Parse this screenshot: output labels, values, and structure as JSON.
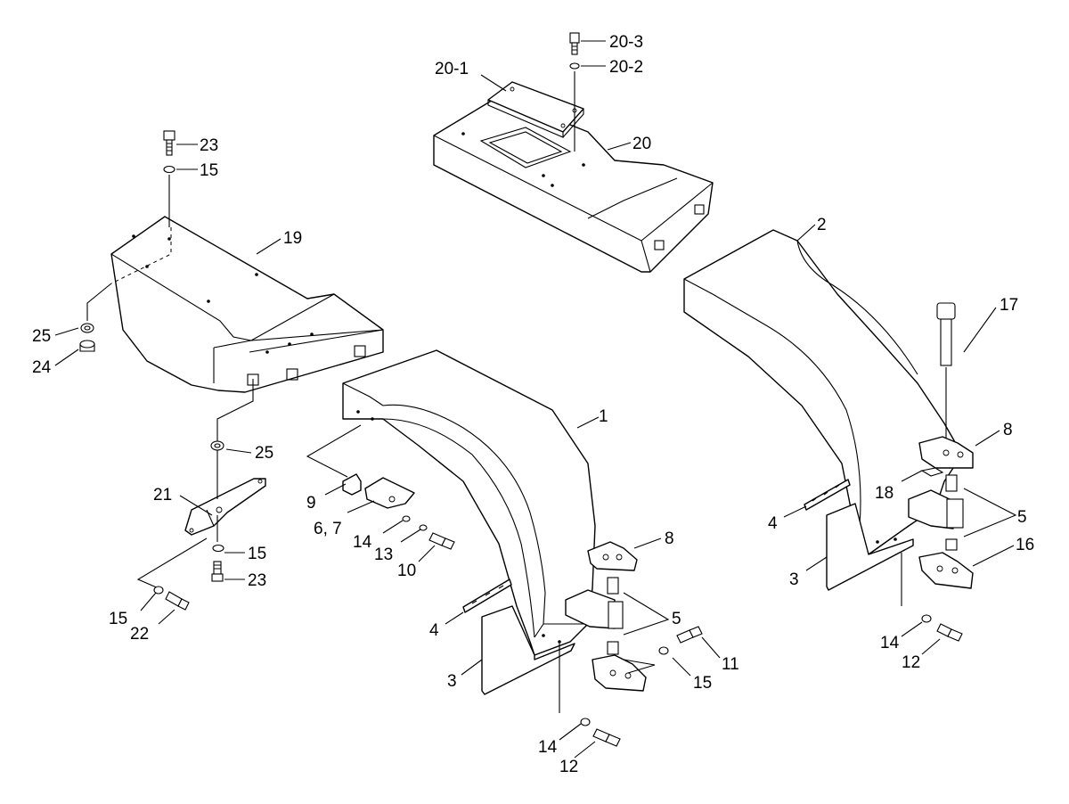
{
  "labels": {
    "l_20_3": "20-3",
    "l_20_2": "20-2",
    "l_20_1": "20-1",
    "l_20": "20",
    "l_23_top": "23",
    "l_15_top": "15",
    "l_19": "19",
    "l_2": "2",
    "l_17": "17",
    "l_25_left": "25",
    "l_24": "24",
    "l_1": "1",
    "l_8_right": "8",
    "l_25_mid": "25",
    "l_18": "18",
    "l_21": "21",
    "l_9": "9",
    "l_4_right": "4",
    "l_5_right": "5",
    "l_6_7": "6, 7",
    "l_14_mid": "14",
    "l_8_mid": "8",
    "l_16": "16",
    "l_13": "13",
    "l_15_mid": "15",
    "l_10": "10",
    "l_3_right": "3",
    "l_23_mid": "23",
    "l_5_mid": "5",
    "l_15_lower": "15",
    "l_22": "22",
    "l_4_mid": "4",
    "l_11": "11",
    "l_14_right": "14",
    "l_12_right": "12",
    "l_3_mid": "3",
    "l_15_bottom": "15",
    "l_14_bottom": "14",
    "l_12_bottom": "12"
  }
}
